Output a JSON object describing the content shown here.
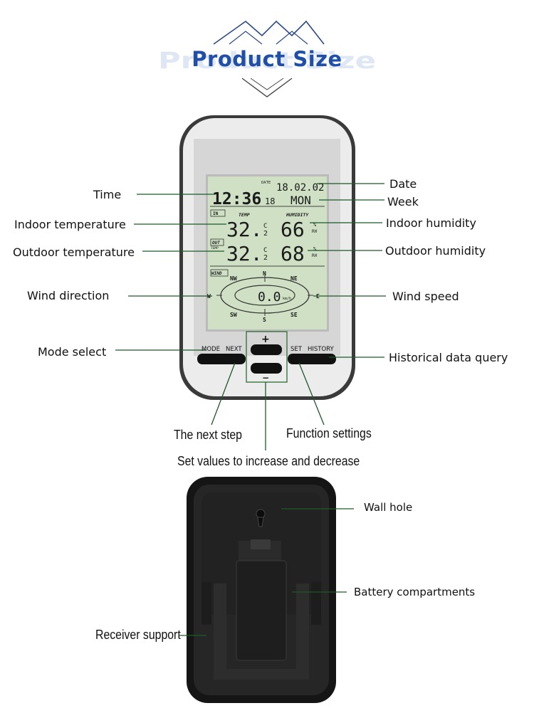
{
  "header": {
    "title": "Product Size",
    "ghost": "Product Size"
  },
  "lcd": {
    "date_tag": "DATE",
    "date": "18.02.02",
    "time": "12:36",
    "seconds": "18",
    "week": "MON",
    "in_tag": "IN",
    "temp_tag": "TEMP",
    "humidity_tag": "HUMIDITY",
    "indoor_temp": "32.",
    "indoor_temp_decimal": "2",
    "indoor_humidity": "66",
    "out_tag": "OUT",
    "out_temp_tag": "TEMP",
    "outdoor_temp": "32.",
    "outdoor_temp_decimal": "2",
    "outdoor_humidity": "68",
    "unit_c": "C",
    "unit_pct": "%",
    "unit_rh": "RH",
    "wind_tag": "WIND",
    "dir_n": "N",
    "dir_ne": "NE",
    "dir_nw": "NW",
    "dir_e": "E",
    "dir_w": "W",
    "dir_s": "S",
    "dir_se": "SE",
    "dir_sw": "SW",
    "wind_speed": "0.0",
    "wind_unit": "km/h"
  },
  "buttons": {
    "mode": "MODE",
    "next": "NEXT",
    "set": "SET",
    "history": "HISTORY",
    "plus": "+",
    "minus": "−"
  },
  "labels": {
    "time": "Time",
    "indoor_temperature": "Indoor temperature",
    "outdoor_temperature": "Outdoor temperature",
    "wind_direction": "Wind direction",
    "mode_select": "Mode select",
    "date": "Date",
    "week": "Week",
    "indoor_humidity": "Indoor humidity",
    "outdoor_humidity": "Outdoor humidity",
    "wind_speed": "Wind speed",
    "historical_data_query": "Historical data query",
    "next_step": "The next step",
    "function_settings": "Function settings",
    "set_values": "Set values to increase and decrease",
    "wall_hole": "Wall hole",
    "battery_compartments": "Battery compartments",
    "receiver_support": "Receiver support"
  },
  "colors": {
    "title_blue": "#1f4fa8",
    "lcd_green": "#cfe0c4",
    "callout_line": "#1d5a2a",
    "device_silver": "#e4e4e4",
    "device_black": "#1a1a1a"
  }
}
